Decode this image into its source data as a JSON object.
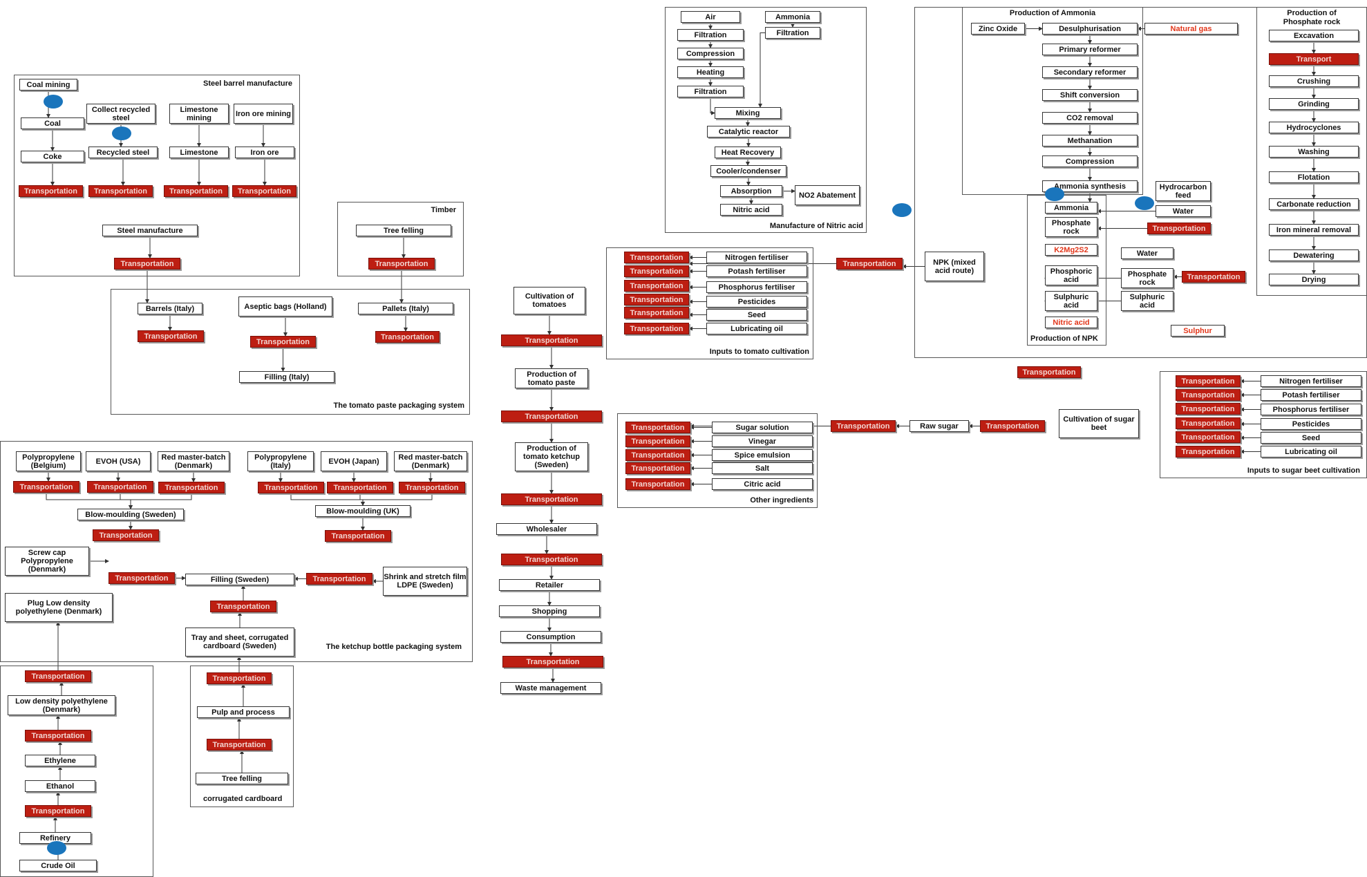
{
  "nodes": {
    "n0": "Air",
    "n1": "Filtration",
    "n2": "Compression",
    "n3": "Heating",
    "n4": "Filtration",
    "n5": "Ammonia",
    "n6": "Filtration",
    "n7": "Mixing",
    "n8": "Catalytic reactor",
    "n9": "Heat Recovery",
    "n10": "Cooler/condenser",
    "n11": "Absorption",
    "n12": "NO2 Abatement",
    "n13": "Nitric acid",
    "n14": "Zinc Oxide",
    "n15": "Desulphurisation",
    "n16": "Natural gas",
    "n17": "Primary reformer",
    "n18": "Secondary reformer",
    "n19": "Shift conversion",
    "n20": "CO2 removal",
    "n21": "Methanation",
    "n22": "Compression",
    "n23": "Ammonia synthesis",
    "n24": "Excavation",
    "n25": "Transport",
    "n26": "Crushing",
    "n27": "Grinding",
    "n28": "Hydrocyclones",
    "n29": "Washing",
    "n30": "Flotation",
    "n31": "Carbonate reduction",
    "n32": "Iron mineral removal",
    "n33": "Dewatering",
    "n34": "Drying",
    "n35": "Hydrocarbon feed",
    "n36": "Water",
    "n37": "Transportation",
    "n38": "Ammonia",
    "n39": "Phosphate rock",
    "n40": "K2Mg2S2",
    "n41": "Phosphoric acid",
    "n42": "Sulphuric acid",
    "n43": "Nitric acid",
    "n44": "Water",
    "n45": "Phosphate rock",
    "n46": "Sulphuric acid",
    "n47": "Transportation",
    "n48": "Sulphur",
    "n49": "NPK (mixed acid route)",
    "n50": "Transportation",
    "n51": "Transportation",
    "n52": "Coal mining",
    "n53": "Coal",
    "n54": "Coke",
    "n55": "Collect recycled steel",
    "n56": "Recycled steel",
    "n57": "Limestone mining",
    "n58": "Limestone",
    "n59": "Iron ore mining",
    "n60": "Iron ore",
    "n61": "Transportation",
    "n62": "Transportation",
    "n63": "Transportation",
    "n64": "Transportation",
    "n65": "Steel manufacture",
    "n66": "Transportation",
    "n67": "Tree felling",
    "n68": "Transportation",
    "n69": "Barrels (Italy)",
    "n70": "Transportation",
    "n71": "Aseptic bags (Holland)",
    "n72": "Transportation",
    "n73": "Pallets (Italy)",
    "n74": "Transportation",
    "n75": "Filling (Italy)",
    "n76": "Cultivation of tomatoes",
    "n77": "Transportation",
    "n78": "Transportation",
    "n79": "Transportation",
    "n80": "Transportation",
    "n81": "Transportation",
    "n82": "Transportation",
    "n83": "Nitrogen fertiliser",
    "n84": "Potash fertiliser",
    "n85": "Phosphorus fertiliser",
    "n86": "Pesticides",
    "n87": "Seed",
    "n88": "Lubricating oil",
    "n89": "Transportation",
    "n90": "Production of tomato paste",
    "n91": "Transportation",
    "n92": "Production of tomato ketchup (Sweden)",
    "n93": "Transportation",
    "n94": "Wholesaler",
    "n95": "Transportation",
    "n96": "Retailer",
    "n97": "Shopping",
    "n98": "Consumption",
    "n99": "Transportation",
    "n100": "Waste management",
    "n101": "Transportation",
    "n102": "Transportation",
    "n103": "Transportation",
    "n104": "Transportation",
    "n105": "Transportation",
    "n106": "Sugar solution",
    "n107": "Vinegar",
    "n108": "Spice emulsion",
    "n109": "Salt",
    "n110": "Citric acid",
    "n111": "Transportation",
    "n112": "Raw sugar",
    "n113": "Transportation",
    "n114": "Cultivation of sugar beet",
    "n115": "Transportation",
    "n116": "Transportation",
    "n117": "Transportation",
    "n118": "Transportation",
    "n119": "Transportation",
    "n120": "Transportation",
    "n121": "Nitrogen fertiliser",
    "n122": "Potash fertiliser",
    "n123": "Phosphorus fertiliser",
    "n124": "Pesticides",
    "n125": "Seed",
    "n126": "Lubricating oil",
    "n127": "Polypropylene (Belgium)",
    "n128": "EVOH (USA)",
    "n129": "Red master-batch (Denmark)",
    "n130": "Transportation",
    "n131": "Transportation",
    "n132": "Transportation",
    "n133": "Blow-moulding (Sweden)",
    "n134": "Transportation",
    "n135": "Polypropylene (Italy)",
    "n136": "EVOH (Japan)",
    "n137": "Red master-batch (Denmark)",
    "n138": "Transportation",
    "n139": "Transportation",
    "n140": "Transportation",
    "n141": "Blow-moulding (UK)",
    "n142": "Transportation",
    "n143": "Screw cap Polypropylene (Denmark)",
    "n144": "Transportation",
    "n145": "Filling (Sweden)",
    "n146": "Transportation",
    "n147": "Shrink and stretch film LDPE (Sweden)",
    "n148": "Plug Low density polyethylene (Denmark)",
    "n149": "Transportation",
    "n150": "Tray and sheet, corrugated cardboard (Sweden)",
    "n151": "Transportation",
    "n152": "Low density polyethylene (Denmark)",
    "n153": "Transportation",
    "n154": "Ethylene",
    "n155": "Ethanol",
    "n156": "Transportation",
    "n157": "Refinery",
    "n158": "Crude Oil",
    "n159": "Transportation",
    "n160": "Pulp and process",
    "n161": "Transportation",
    "n162": "Tree felling"
  },
  "groups": {
    "g0": "Manufacture of Nitric acid",
    "g1": "Production of Ammonia",
    "g2": "Production of Phosphate rock",
    "g3": "Production of NPK",
    "g4": "",
    "g5": "Steel barrel manufacture",
    "g6": "Timber",
    "g7": "The tomato paste packaging system",
    "g8": "Inputs to tomato cultivation",
    "g9": "Other ingredients",
    "g10": "Inputs to sugar beet cultivation",
    "g11": "The ketchup bottle packaging system",
    "g12": "",
    "g13": "corrugated cardboard"
  },
  "colors": {
    "transport_fill": "#bd1e12",
    "transport_text": "#f3d7d3",
    "highlight_text": "#e2361a",
    "marker": "#1a75bc",
    "box_border": "#333333",
    "line": "#333333"
  }
}
